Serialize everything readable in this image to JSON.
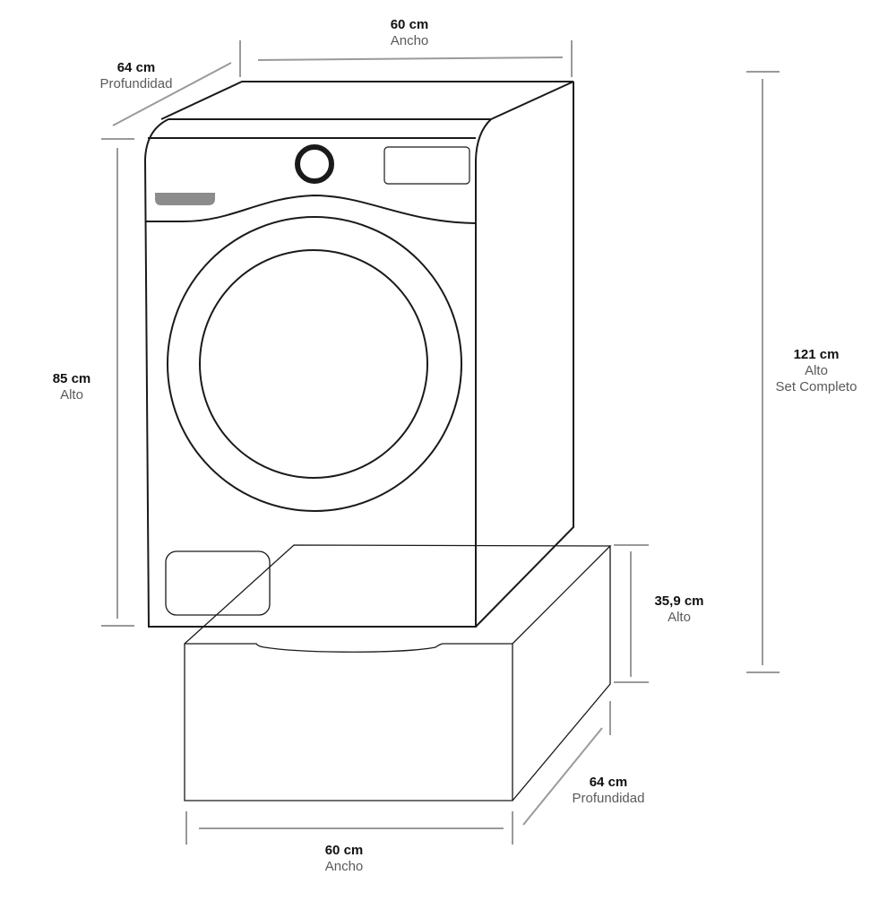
{
  "dimensions": {
    "washer_width": {
      "value": "60 cm",
      "label": "Ancho"
    },
    "washer_depth": {
      "value": "64 cm",
      "label": "Profundidad"
    },
    "washer_height": {
      "value": "85 cm",
      "label": "Alto"
    },
    "set_height": {
      "value": "121 cm",
      "label": "Alto",
      "label2": "Set Completo"
    },
    "pedestal_height": {
      "value": "35,9 cm",
      "label": "Alto"
    },
    "pedestal_depth": {
      "value": "64 cm",
      "label": "Profundidad"
    },
    "pedestal_width": {
      "value": "60 cm",
      "label": "Ancho"
    }
  },
  "colors": {
    "outline": "#1a1a1a",
    "dimension_line": "#9a9a9a",
    "detergent_drawer": "#8c8c8c",
    "knob": "#1a1a1a"
  }
}
